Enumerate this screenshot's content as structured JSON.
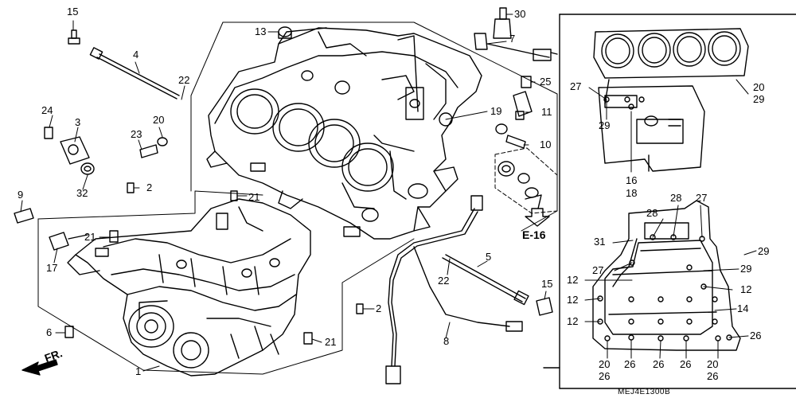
{
  "diagram": {
    "code": "MEJ4E1300B",
    "ref_section": "E-16",
    "front_marker": "FR."
  },
  "callouts": [
    {
      "id": "c15a",
      "text": "15"
    },
    {
      "id": "c30",
      "text": "30"
    },
    {
      "id": "c13",
      "text": "13"
    },
    {
      "id": "c7",
      "text": "7"
    },
    {
      "id": "c4",
      "text": "4"
    },
    {
      "id": "c22a",
      "text": "22"
    },
    {
      "id": "c25",
      "text": "25"
    },
    {
      "id": "c24",
      "text": "24"
    },
    {
      "id": "c3",
      "text": "3"
    },
    {
      "id": "c20a",
      "text": "20"
    },
    {
      "id": "c23",
      "text": "23"
    },
    {
      "id": "c19",
      "text": "19"
    },
    {
      "id": "c11",
      "text": "11"
    },
    {
      "id": "c10",
      "text": "10"
    },
    {
      "id": "c32",
      "text": "32"
    },
    {
      "id": "c2a",
      "text": "2"
    },
    {
      "id": "c21a",
      "text": "21"
    },
    {
      "id": "c9",
      "text": "9"
    },
    {
      "id": "c21b",
      "text": "21"
    },
    {
      "id": "c17",
      "text": "17"
    },
    {
      "id": "c5",
      "text": "5"
    },
    {
      "id": "c22b",
      "text": "22"
    },
    {
      "id": "c15b",
      "text": "15"
    },
    {
      "id": "c2b",
      "text": "2"
    },
    {
      "id": "c6",
      "text": "6"
    },
    {
      "id": "c8",
      "text": "8"
    },
    {
      "id": "c21c",
      "text": "21"
    },
    {
      "id": "c1",
      "text": "1"
    },
    {
      "id": "r27a",
      "text": "27"
    },
    {
      "id": "r20a",
      "text": "20"
    },
    {
      "id": "r29a",
      "text": "29"
    },
    {
      "id": "r29b",
      "text": "29"
    },
    {
      "id": "r16",
      "text": "16"
    },
    {
      "id": "r18",
      "text": "18"
    },
    {
      "id": "r28a",
      "text": "28"
    },
    {
      "id": "r27b",
      "text": "27"
    },
    {
      "id": "r28b",
      "text": "28"
    },
    {
      "id": "r31",
      "text": "31"
    },
    {
      "id": "r29c",
      "text": "29"
    },
    {
      "id": "r27c",
      "text": "27"
    },
    {
      "id": "r29d",
      "text": "29"
    },
    {
      "id": "r12a",
      "text": "12"
    },
    {
      "id": "r12b",
      "text": "12"
    },
    {
      "id": "r12c",
      "text": "12"
    },
    {
      "id": "r14",
      "text": "14"
    },
    {
      "id": "r12d",
      "text": "12"
    },
    {
      "id": "r26a",
      "text": "26"
    },
    {
      "id": "r20b",
      "text": "20"
    },
    {
      "id": "r26b",
      "text": "26"
    },
    {
      "id": "r26c",
      "text": "26"
    },
    {
      "id": "r26d",
      "text": "26"
    },
    {
      "id": "r20c",
      "text": "20"
    },
    {
      "id": "r26e",
      "text": "26"
    },
    {
      "id": "r26f",
      "text": "26"
    }
  ]
}
